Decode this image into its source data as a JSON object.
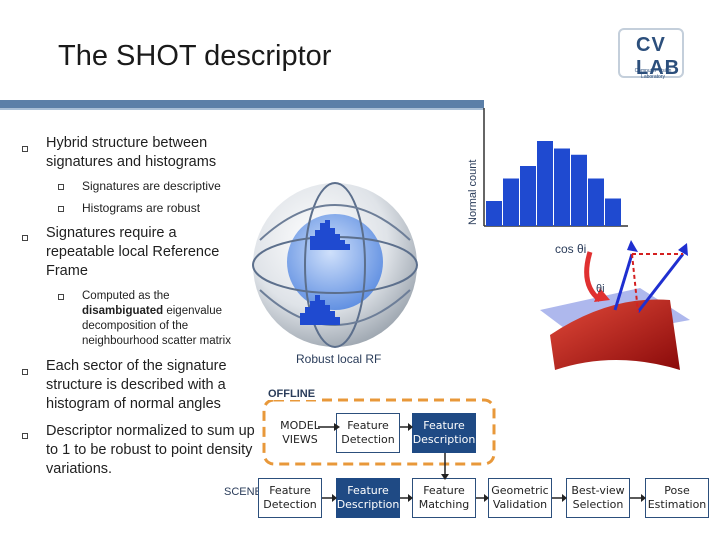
{
  "slide": {
    "title": "The SHOT descriptor",
    "logo": {
      "text": "CV LAB",
      "subtext": "Computer Vision Laboratory"
    }
  },
  "bullets": [
    {
      "text": "Hybrid structure between signatures and histograms",
      "children": [
        "Signatures are descriptive",
        "Histograms are robust"
      ]
    },
    {
      "text": "Signatures require  a repeatable local Reference Frame",
      "children_rich": [
        {
          "before": "Computed as the ",
          "bold": "disambiguated",
          "after": " eigenvalue decomposition of the neighbourhood scatter matrix"
        }
      ]
    },
    {
      "text": "Each sector of the signature structure is described with a histogram of normal angles",
      "children": []
    },
    {
      "text": "Descriptor normalized to sum up to 1 to be robust to point density variations.",
      "children": []
    }
  ],
  "diagram": {
    "y_axis_label": "Normal count",
    "x_axis_label": "cos θi",
    "angle_label": "θi",
    "caption": "Robust local RF"
  },
  "pipeline": {
    "offline_label": "OFFLINE",
    "scene_label": "SCENE",
    "offline_boxes": [
      "MODEL VIEWS",
      "Feature Detection",
      "Feature Description"
    ],
    "online_boxes": [
      "Feature Detection",
      "Feature Description",
      "Feature Matching",
      "Geometric Validation",
      "Best-view Selection",
      "Pose Estimation"
    ]
  },
  "colors": {
    "accent": "#1f4a84",
    "bar": "#1f4ad0",
    "offline_border": "#e8983a",
    "arrow": "#e03030"
  }
}
